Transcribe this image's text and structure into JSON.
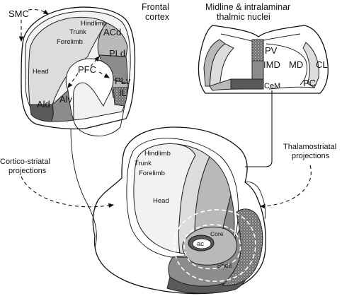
{
  "frontal": {
    "title_line1": "Frontal",
    "title_line2": "cortex",
    "smc": "SMC",
    "hindlimb": "Hindlimb",
    "trunk": "Trunk",
    "forelimb": "Forelimb",
    "acd": "ACd",
    "pld": "PLd",
    "head": "Head",
    "pfc": "PFC",
    "plv": "PLv",
    "il": "IL",
    "ald": "Ald",
    "alv": "Alv"
  },
  "thalamus": {
    "title_line1": "Midline & intralaminar",
    "title_line2": "thalmic nuclei",
    "pv": "PV",
    "imd": "IMD",
    "md": "MD",
    "cl": "CL",
    "pc": "PC",
    "cem": "CeM"
  },
  "striatum": {
    "hindlimb": "Hindlimb",
    "trunk": "Trunk",
    "forelimb": "Forelimb",
    "head": "Head",
    "core": "Core",
    "ac": "ac",
    "shell": "Shell"
  },
  "projections": {
    "cortico_line1": "Cortico-striatal",
    "cortico_line2": "projections",
    "thalamo_line1": "Thalamostriatal",
    "thalamo_line2": "projections"
  },
  "colors": {
    "lightest": "#f2f2f2",
    "light": "#dcdcdc",
    "mid": "#b9b9b9",
    "dark": "#8c8c8c",
    "darkest": "#5a5a5a"
  }
}
